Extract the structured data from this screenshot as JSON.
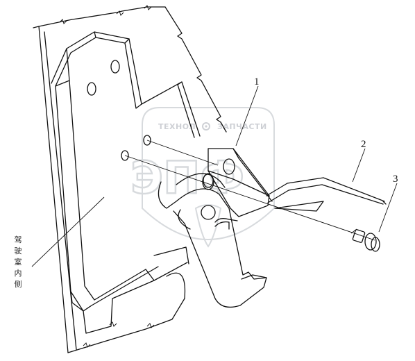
{
  "diagram": {
    "callouts": [
      {
        "id": "1",
        "label": "1"
      },
      {
        "id": "2",
        "label": "2"
      },
      {
        "id": "3",
        "label": "3"
      }
    ],
    "side_label": "驾驶室内侧",
    "watermark": {
      "top_left": "ТЕХНОЛ",
      "top_right": "ЗАПЧАСТИ",
      "logo": "ЭПФ",
      "logo_icon": "gear-icon",
      "color": "#cfd2d6"
    }
  }
}
